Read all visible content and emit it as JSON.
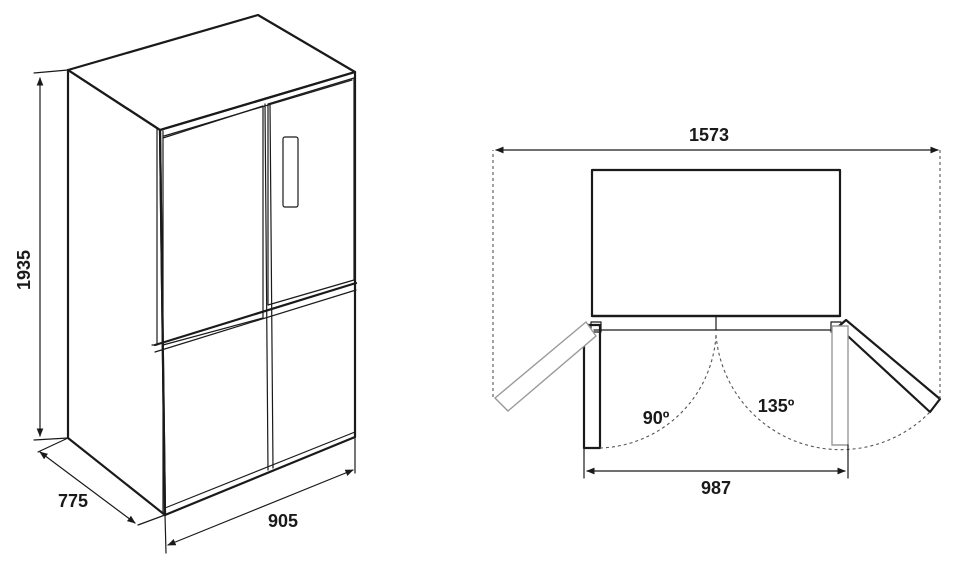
{
  "dimensions": {
    "height": "1935",
    "depth": "775",
    "width": "905",
    "open_width": "1573",
    "door_clearance": "987"
  },
  "angles": {
    "left": "90º",
    "right": "135º"
  }
}
